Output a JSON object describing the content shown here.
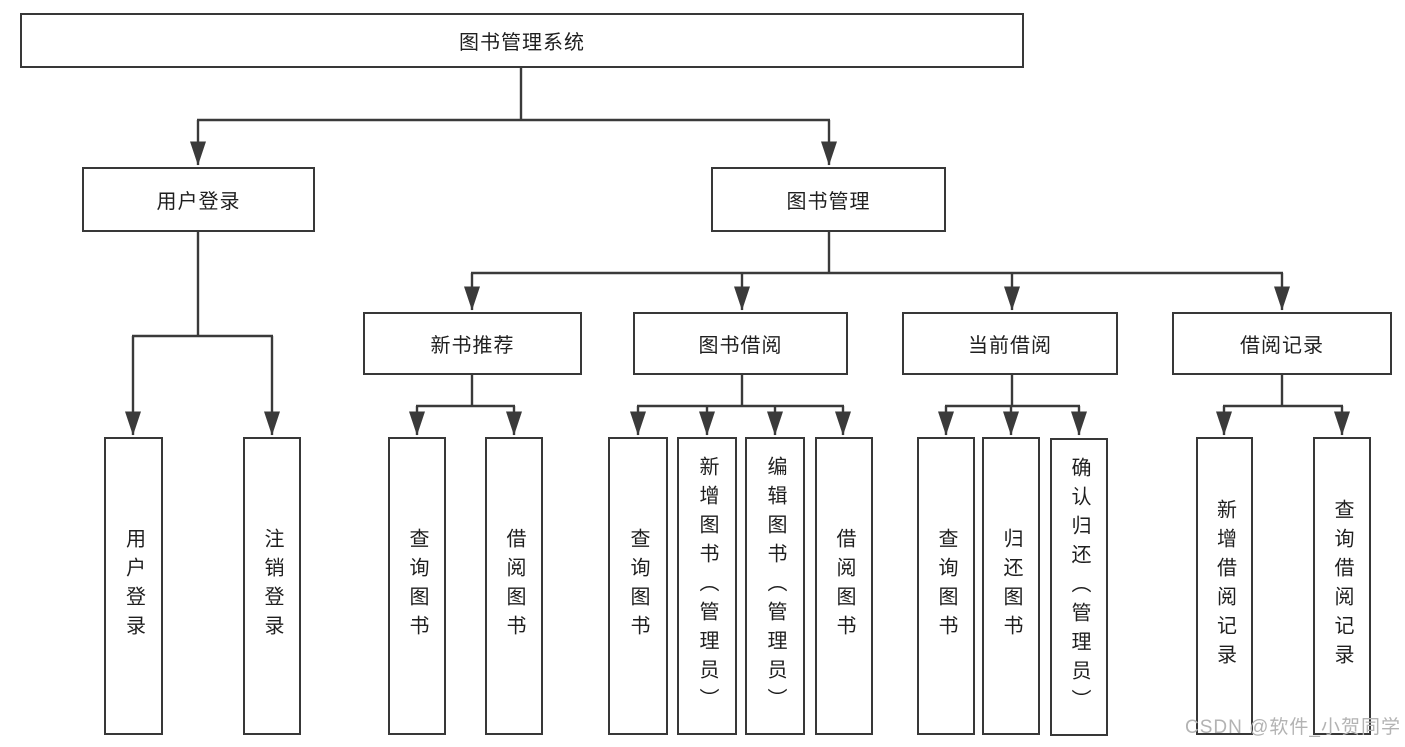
{
  "diagram_title": "图书管理系统",
  "tree": {
    "label": "图书管理系统",
    "children": [
      {
        "label": "用户登录",
        "children": [
          {
            "label": "用户登录"
          },
          {
            "label": "注销登录"
          }
        ]
      },
      {
        "label": "图书管理",
        "children": [
          {
            "label": "新书推荐",
            "children": [
              {
                "label": "查询图书"
              },
              {
                "label": "借阅图书"
              }
            ]
          },
          {
            "label": "图书借阅",
            "children": [
              {
                "label": "查询图书"
              },
              {
                "label": "新增图书（管理员）"
              },
              {
                "label": "编辑图书（管理员）"
              },
              {
                "label": "借阅图书"
              }
            ]
          },
          {
            "label": "当前借阅",
            "children": [
              {
                "label": "查询图书"
              },
              {
                "label": "归还图书"
              },
              {
                "label": "确认归还（管理员）"
              }
            ]
          },
          {
            "label": "借阅记录",
            "children": [
              {
                "label": "新增借阅记录"
              },
              {
                "label": "查询借阅记录"
              }
            ]
          }
        ]
      }
    ]
  },
  "watermark": {
    "text": "CSDN @软件_小贺同学"
  },
  "colors": {
    "line": "#3a3a3a",
    "box_border": "#383838",
    "text": "#1f1f1f",
    "watermark": "#b3b3b3",
    "background": "#ffffff"
  }
}
